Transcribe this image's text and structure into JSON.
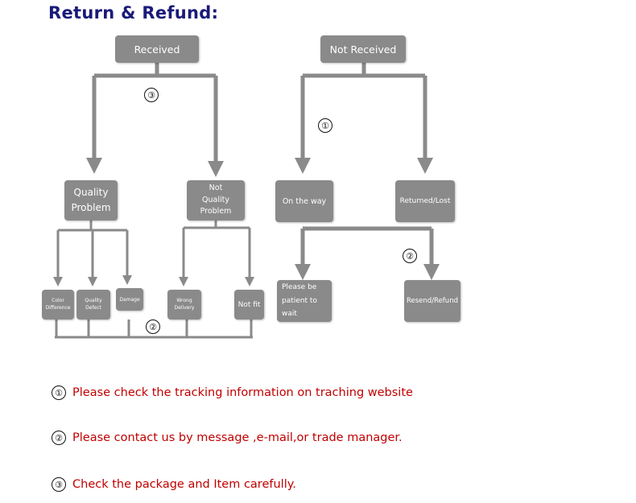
{
  "title": "Return & Refund:",
  "nodes": {
    "received": "Received",
    "not_received": "Not Received",
    "quality_problem": "Quality\nProblem",
    "not_quality_problem": "Not\nQuality\nProblem",
    "on_the_way": "On the way",
    "returned_lost": "Returned/Lost",
    "color_difference": "Color\nDifference",
    "quality_defect": "Quality\nDefect",
    "damage": "Damage",
    "wrong_delivery": "Wrong\nDelivery",
    "not_fit": "Not fit",
    "please_be_patient": "Please be\npatient to\nwait",
    "resend_refund": "Resend/Refund"
  },
  "markers": {
    "one": "①",
    "two": "②",
    "three": "③"
  },
  "notes": [
    {
      "marker": "①",
      "text": "Please check the tracking information on traching website"
    },
    {
      "marker": "②",
      "text": "Please contact us by message ,e-mail,or trade manager."
    },
    {
      "marker": "③",
      "text": "Check the package and Item carefully."
    }
  ],
  "colors": {
    "box": "#8a8a8a",
    "title": "#1a1a7a",
    "note_text": "#c00000"
  }
}
